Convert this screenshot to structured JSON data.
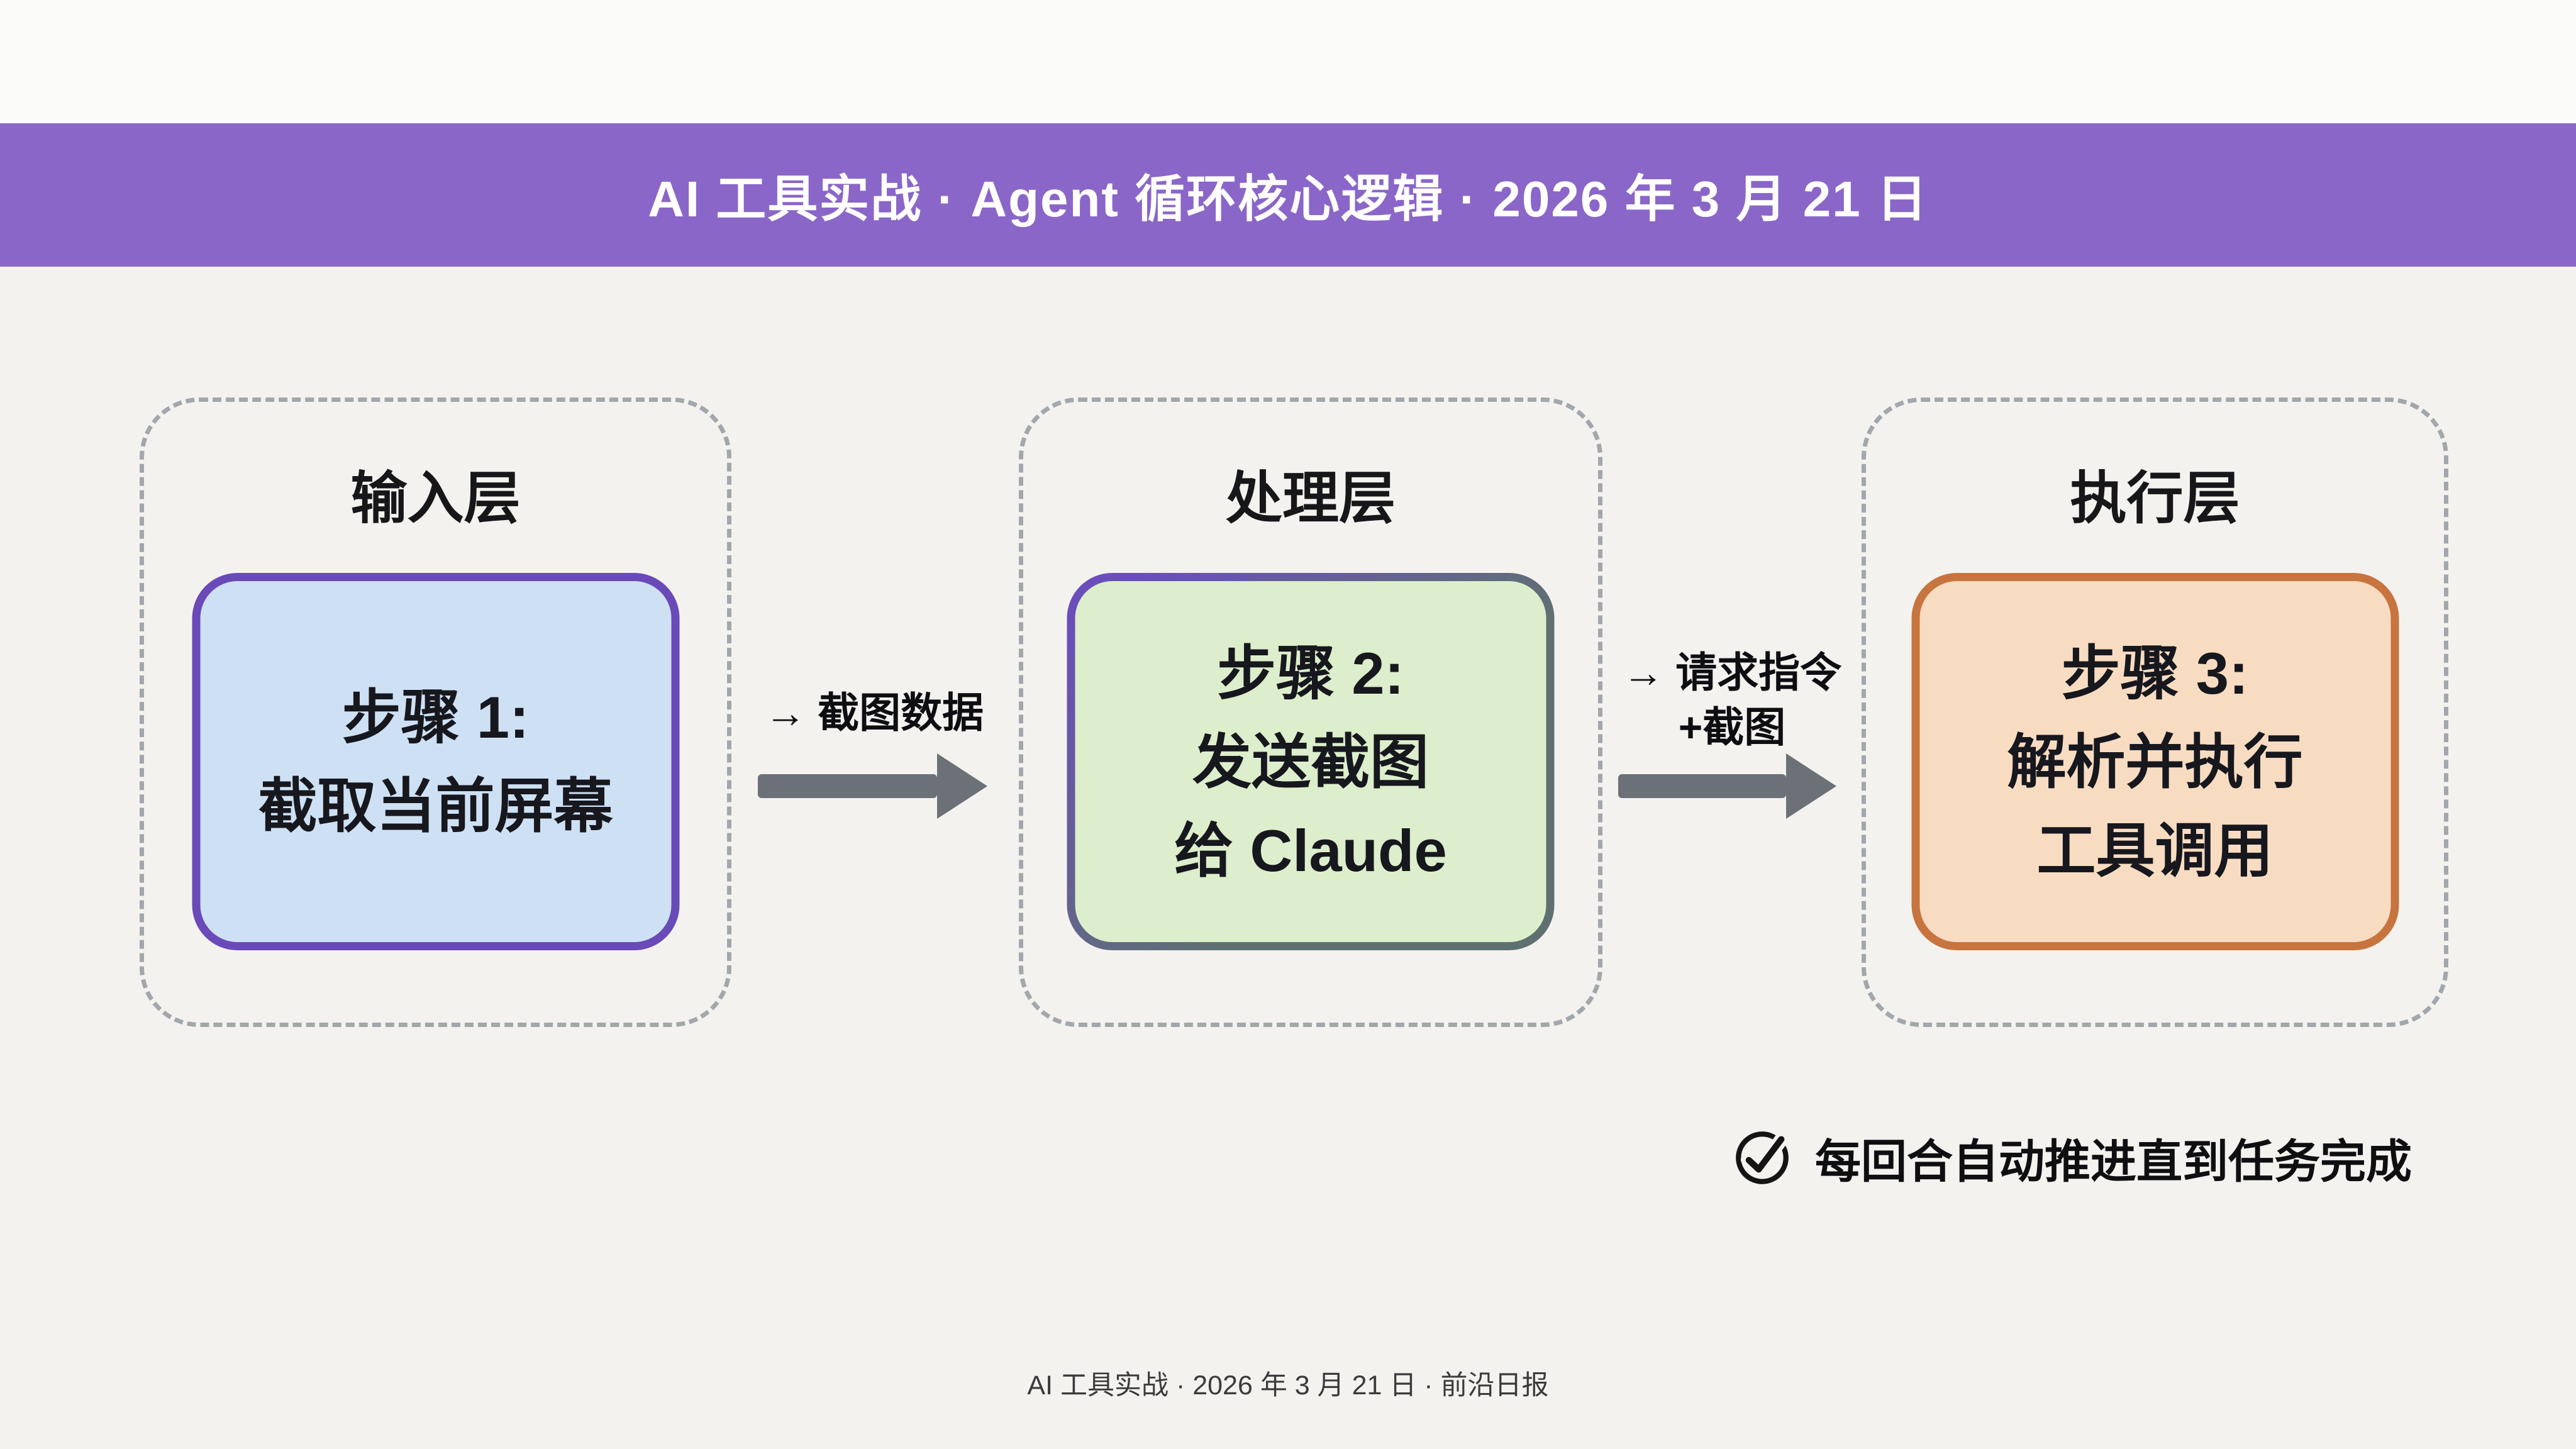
{
  "header": {
    "title": "AI 工具实战 · Agent 循环核心逻辑 · 2026 年 3 月 21 日",
    "bg": "#8A66C8",
    "text_color": "#FFFFFF"
  },
  "layers": [
    {
      "title": "输入层",
      "box": {
        "lines": [
          "步骤 1:",
          "截取当前屏幕"
        ],
        "fill": "#CEE1F4",
        "border": "#6A49B8",
        "border2": "#6A49B8"
      }
    },
    {
      "title": "处理层",
      "box": {
        "lines": [
          "步骤 2:",
          "发送截图",
          "给 Claude"
        ],
        "fill": "#DCEECB",
        "border": "#6C4BC0",
        "border2": "#5E7170"
      }
    },
    {
      "title": "执行层",
      "box": {
        "lines": [
          "步骤 3:",
          "解析并执行",
          "工具调用"
        ],
        "fill": "#F8DCC2",
        "border": "#C7743F",
        "border2": "#C7743F"
      }
    }
  ],
  "arrows": [
    {
      "label_lines": [
        "→ 截图数据"
      ]
    },
    {
      "label_lines": [
        "→ 请求指令",
        "+截图"
      ]
    }
  ],
  "arrow_color": "#6B7177",
  "note": {
    "icon": "check-circle-icon",
    "text": "每回合自动推进直到任务完成"
  },
  "footer": {
    "text": "AI 工具实战 · 2026 年 3 月 21 日 · 前沿日报"
  }
}
